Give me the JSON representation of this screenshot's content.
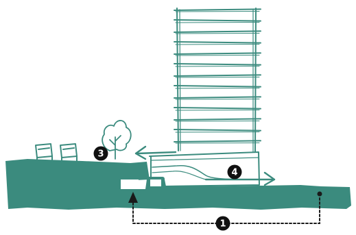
{
  "colors": {
    "ground": "#3b8b7e",
    "line": "#3b8b7e",
    "marker_fill": "#111111",
    "marker_text": "#ffffff",
    "path": "#1a1a1a",
    "background": "#ffffff"
  },
  "markers": [
    {
      "id": "1",
      "label": "1"
    },
    {
      "id": "3",
      "label": "3"
    },
    {
      "id": "4",
      "label": "4"
    }
  ],
  "icons": {
    "tree": "tree-icon",
    "bench": "bench-icon",
    "arrow_left": "arrow-left-icon",
    "arrow_right": "arrow-right-icon",
    "arrow_up": "arrow-up-icon"
  }
}
